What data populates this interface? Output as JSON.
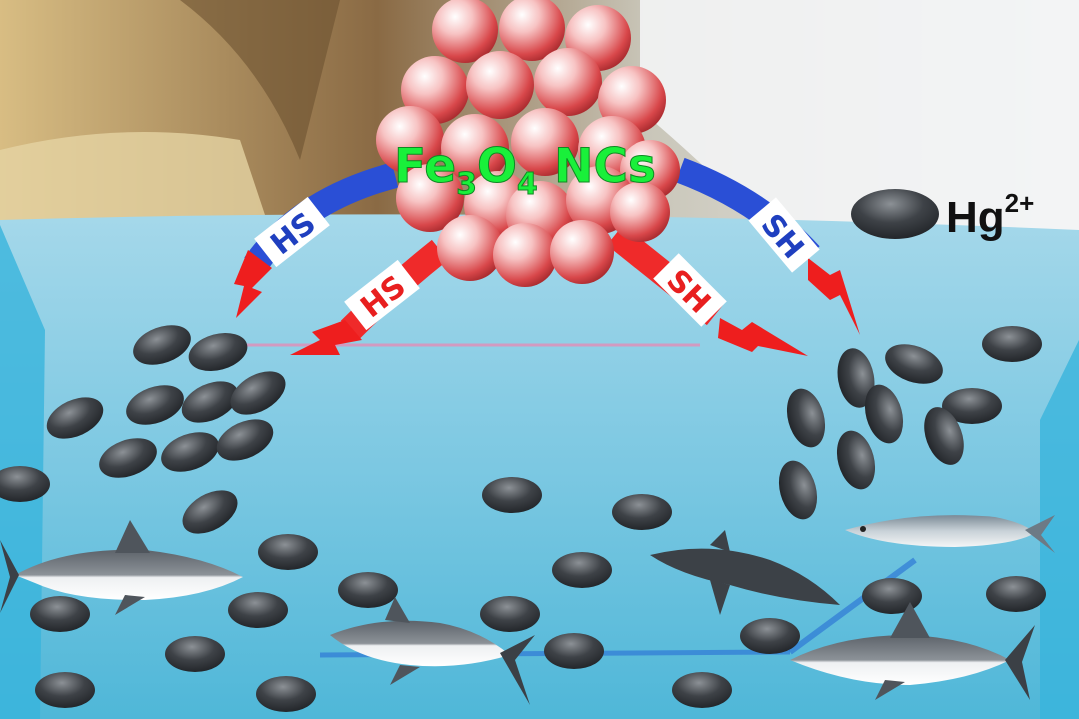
{
  "title": {
    "main": "Fe",
    "sub1": "3",
    "mid": "O",
    "sub2": "4",
    "tail": " NCs"
  },
  "legend": {
    "text": "Hg",
    "sup": "2+",
    "marker_color": "#3a3d41"
  },
  "ligands": {
    "hs_left_outer": "HS",
    "hs_left_inner": "HS",
    "sh_right_inner": "SH",
    "sh_right_outer": "SH"
  },
  "colors": {
    "title_green": "#19f03a",
    "outer_arm_blue": "#2a4fd6",
    "inner_arm_red": "#ef2a2a",
    "sphere": "#e0585a",
    "water": "#6fc3df"
  },
  "icons": [
    "nanocluster-icon",
    "mercury-ion-icon",
    "shark-icon",
    "fish-icon"
  ]
}
